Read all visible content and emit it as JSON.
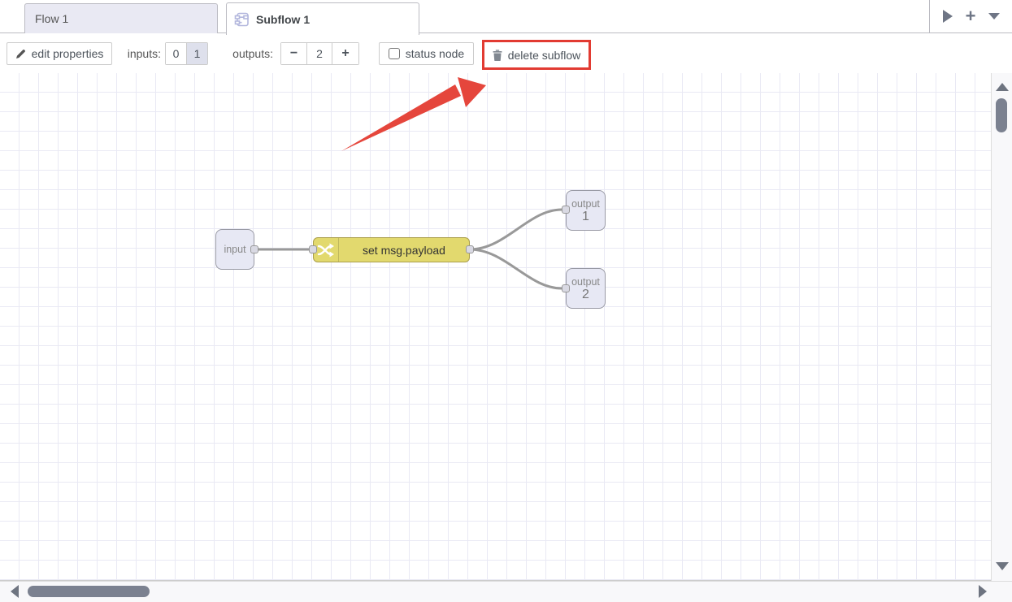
{
  "tabbar": {
    "tabs": [
      {
        "label": "Flow 1",
        "active": false
      },
      {
        "label": "Subflow 1",
        "active": true
      }
    ],
    "add_flow_glyph": "+"
  },
  "toolbar": {
    "edit_properties_label": "edit properties",
    "inputs_label": "inputs:",
    "inputs_options": [
      {
        "label": "0",
        "selected": false
      },
      {
        "label": "1",
        "selected": true
      }
    ],
    "outputs_label": "outputs:",
    "outputs_decrease_label": "−",
    "outputs_value": "2",
    "outputs_increase_label": "+",
    "status_node_label": "status node",
    "status_node_checked": false,
    "delete_subflow_label": "delete subflow"
  },
  "canvas": {
    "nodes": [
      {
        "type": "subflow-input",
        "label": "input"
      },
      {
        "type": "change",
        "label": "set msg.payload"
      },
      {
        "type": "subflow-output",
        "label": "output",
        "port": "1"
      },
      {
        "type": "subflow-output",
        "label": "output",
        "port": "2"
      }
    ],
    "annotation": "red arrow pointing at delete subflow button"
  },
  "colors": {
    "highlight_red": "#e23b32",
    "arrow_red": "#e5463c",
    "change_node_yellow": "#e2d96e",
    "io_node_lavender": "#e7e8f4",
    "wire_gray": "#999999",
    "inactive_tab_bg": "#e9e9f3"
  }
}
